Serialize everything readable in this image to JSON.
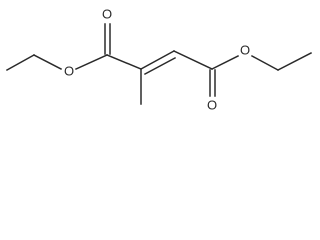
{
  "molecule": {
    "atoms": {
      "o_carbonyl_left": "O",
      "o_ester_left": "O",
      "o_carbonyl_right": "O",
      "o_ester_right": "O"
    }
  }
}
